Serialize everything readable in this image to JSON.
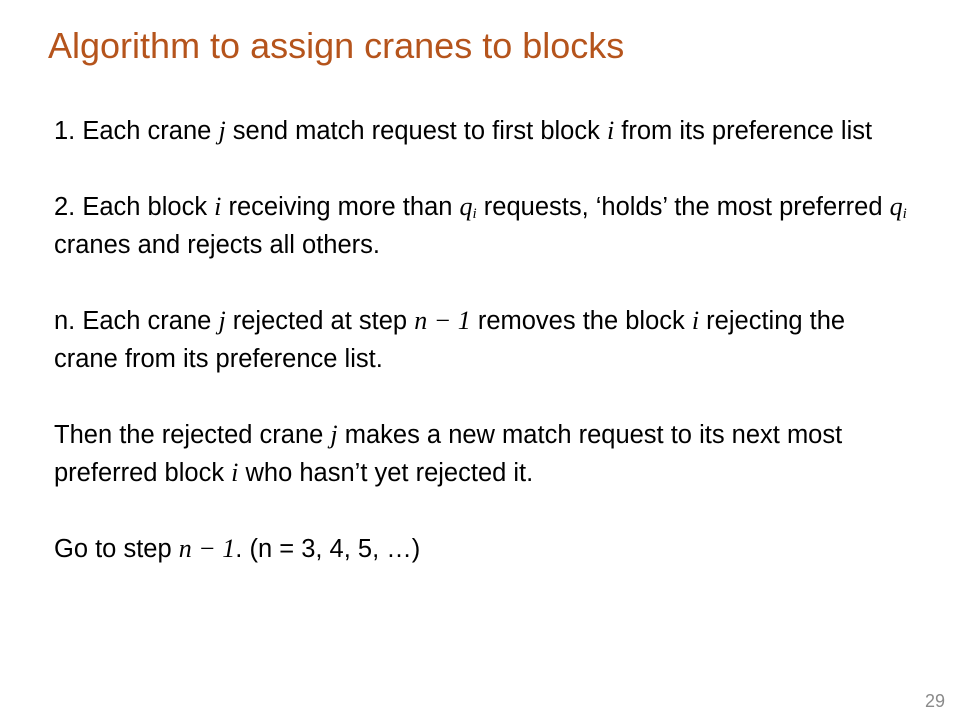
{
  "slide": {
    "title": "Algorithm to assign cranes to blocks",
    "page_number": "29"
  },
  "colors": {
    "title": "#b5541c",
    "body_text": "#000000",
    "page_number": "#8a8a8a"
  },
  "steps": [
    {
      "text_1": "1. Each crane ",
      "var_j": "j",
      "text_2": " send match request to first block ",
      "var_i": "i",
      "text_3": " from its preference list"
    },
    {
      "text_1": "2. Each block ",
      "var_i": "i",
      "text_2": " receiving more than ",
      "var_q": "q",
      "sub_i_1": "i",
      "text_3": " requests, ‘holds’ the most preferred ",
      "var_q_2": "q",
      "sub_i_2": "i",
      "text_4": " cranes and rejects all others."
    },
    {
      "text_1": "n.  Each crane ",
      "var_j": "j",
      "text_2": " rejected at step ",
      "expr": "n − 1",
      "text_3": " removes the block ",
      "var_i": "i",
      "text_4": " rejecting  the crane from  its preference list."
    },
    {
      "text_1": "Then the rejected crane ",
      "var_j": "j",
      "text_2": " makes a new match request to its next most preferred block ",
      "var_i": "i",
      "text_3": " who hasn’t yet rejected it."
    },
    {
      "text_1": "Go to step ",
      "expr": "n − 1",
      "text_2": ". (n = 3, 4, 5, …)"
    }
  ]
}
